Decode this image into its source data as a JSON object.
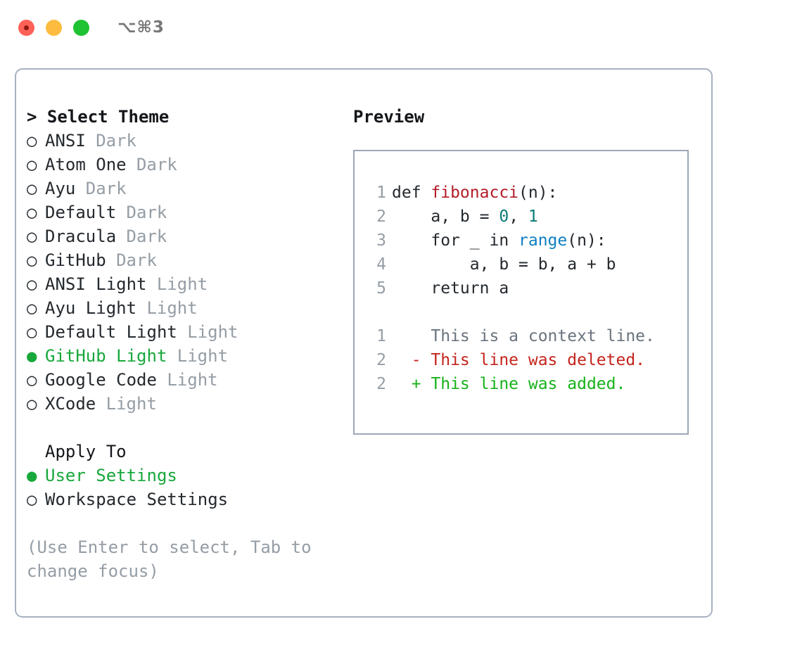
{
  "titlebar": {
    "shortcut": "⌥⌘3",
    "buttons": {
      "close": "close",
      "minimize": "minimize",
      "maximize": "maximize"
    }
  },
  "theme_picker": {
    "header": "> Select Theme",
    "bullet_selected": "●",
    "bullet_unselected": "○",
    "items": [
      {
        "name": "ANSI",
        "tag": "Dark",
        "selected": false
      },
      {
        "name": "Atom One",
        "tag": "Dark",
        "selected": false
      },
      {
        "name": "Ayu",
        "tag": "Dark",
        "selected": false
      },
      {
        "name": "Default",
        "tag": "Dark",
        "selected": false
      },
      {
        "name": "Dracula",
        "tag": "Dark",
        "selected": false
      },
      {
        "name": "GitHub",
        "tag": "Dark",
        "selected": false
      },
      {
        "name": "ANSI Light",
        "tag": "Light",
        "selected": false
      },
      {
        "name": "Ayu Light",
        "tag": "Light",
        "selected": false
      },
      {
        "name": "Default Light",
        "tag": "Light",
        "selected": false
      },
      {
        "name": "GitHub Light",
        "tag": "Light",
        "selected": true
      },
      {
        "name": "Google Code",
        "tag": "Light",
        "selected": false
      },
      {
        "name": "XCode",
        "tag": "Light",
        "selected": false
      }
    ]
  },
  "apply_to": {
    "header": "Apply To",
    "items": [
      {
        "name": "User Settings",
        "selected": true
      },
      {
        "name": "Workspace Settings",
        "selected": false
      }
    ]
  },
  "hint": "(Use Enter to select, Tab to change focus)",
  "preview": {
    "title": "Preview",
    "code_lines": [
      {
        "number": "1",
        "tokens": [
          {
            "text": "def ",
            "type": "plain"
          },
          {
            "text": "fibonacci",
            "type": "fn"
          },
          {
            "text": "(n):",
            "type": "plain"
          }
        ]
      },
      {
        "number": "2",
        "tokens": [
          {
            "text": "    a, b = ",
            "type": "plain"
          },
          {
            "text": "0",
            "type": "num"
          },
          {
            "text": ", ",
            "type": "plain"
          },
          {
            "text": "1",
            "type": "num"
          }
        ]
      },
      {
        "number": "3",
        "tokens": [
          {
            "text": "    for _ in ",
            "type": "plain"
          },
          {
            "text": "range",
            "type": "builtin"
          },
          {
            "text": "(n):",
            "type": "plain"
          }
        ]
      },
      {
        "number": "4",
        "tokens": [
          {
            "text": "        a, b = b, a + b",
            "type": "plain"
          }
        ]
      },
      {
        "number": "5",
        "tokens": [
          {
            "text": "    return a",
            "type": "plain"
          }
        ]
      }
    ],
    "diff_lines": [
      {
        "number": "1",
        "marker": "  ",
        "text": "This is a context line.",
        "type": "ctx"
      },
      {
        "number": "2",
        "marker": "- ",
        "text": "This line was deleted.",
        "type": "del"
      },
      {
        "number": "2",
        "marker": "+ ",
        "text": "This line was added.",
        "type": "add"
      }
    ]
  },
  "colors": {
    "accent_green": "#18A83C",
    "muted": "#959DA5",
    "text": "#24292E",
    "border": "#A7B1C0",
    "preview_border": "#9BA7B8",
    "diff_add": "#16B21A",
    "diff_del": "#C4241C",
    "fn": "#B31D28",
    "num": "#0B7A75",
    "builtin": "#0E7FC0"
  }
}
